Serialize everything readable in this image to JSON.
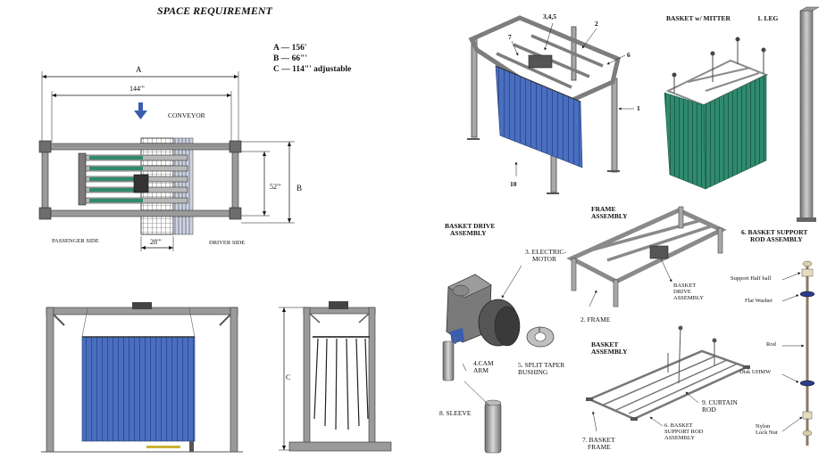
{
  "title": "SPACE REQUIREMENT",
  "specs": [
    {
      "key": "A",
      "dash": "—",
      "value": "156'"
    },
    {
      "key": "B",
      "dash": "—",
      "value": "66\"'"
    },
    {
      "key": "C",
      "dash": "—",
      "value": "114\"' adjustable"
    }
  ],
  "plan": {
    "dim_a": "A",
    "dim_144": "144\"'",
    "conveyor": "CONVEYOR",
    "dim_52": "52\"'",
    "dim_b": "B",
    "dim_28": "28\"'",
    "passenger_side": "PASSENGER SIDE",
    "driver_side": "DRIVER SIDE"
  },
  "side_view": {
    "dim_c": "C"
  },
  "callouts": {
    "c345": "3,4,5",
    "c2": "2",
    "c7": "7",
    "c6": "6",
    "c1": "1",
    "c10": "10",
    "basket_mitter": "BASKET w/ MITTER",
    "leg": "1. LEG",
    "frame_assembly_1": "FRAME",
    "frame_assembly_2": "ASSEMBLY",
    "basket_drive_1": "BASKET DRIVE",
    "basket_drive_2": "ASSEMBLY",
    "support_rod_1": "6. BASKET SUPPORT",
    "support_rod_2": "ROD ASSEMBLY",
    "electric_motor_1": "3. ELECTRIC-",
    "electric_motor_2": "MOTOR",
    "basket_drive_asm_1": "BASKET",
    "basket_drive_asm_2": "DRIVE",
    "basket_drive_asm_3": "ASSEMBLY",
    "frame": "2. FRAME",
    "support_half_ball": "Support Half ball",
    "flat_washer": "Flat Washer",
    "basket_assembly_1": "BASKET",
    "basket_assembly_2": "ASSEMBLY",
    "cam_arm_1": "4.CAM",
    "cam_arm_2": "ARM",
    "split_taper_1": "5. SPLIT TAPER",
    "split_taper_2": "BUSHING",
    "rod": "Rod",
    "disk_uhmw": "Disk UHMW",
    "curtain_rod_1": "9. CURTAIN",
    "curtain_rod_2": "ROD",
    "sleeve": "8. SLEEVE",
    "basket_support_rod_1": "6. BASKET",
    "basket_support_rod_2": "SUPPORT ROD",
    "basket_support_rod_3": "ASSEMBLY",
    "basket_frame_1": "7. BASKET",
    "basket_frame_2": "FRAME",
    "nylon_lock_1": "Nylon",
    "nylon_lock_2": "Lock Nut"
  },
  "colors": {
    "curtain_blue": "#4a6fbf",
    "curtain_green": "#2f8a6e",
    "frame_gray": "#8c8c8c",
    "arrow_blue": "#3a5db0"
  }
}
